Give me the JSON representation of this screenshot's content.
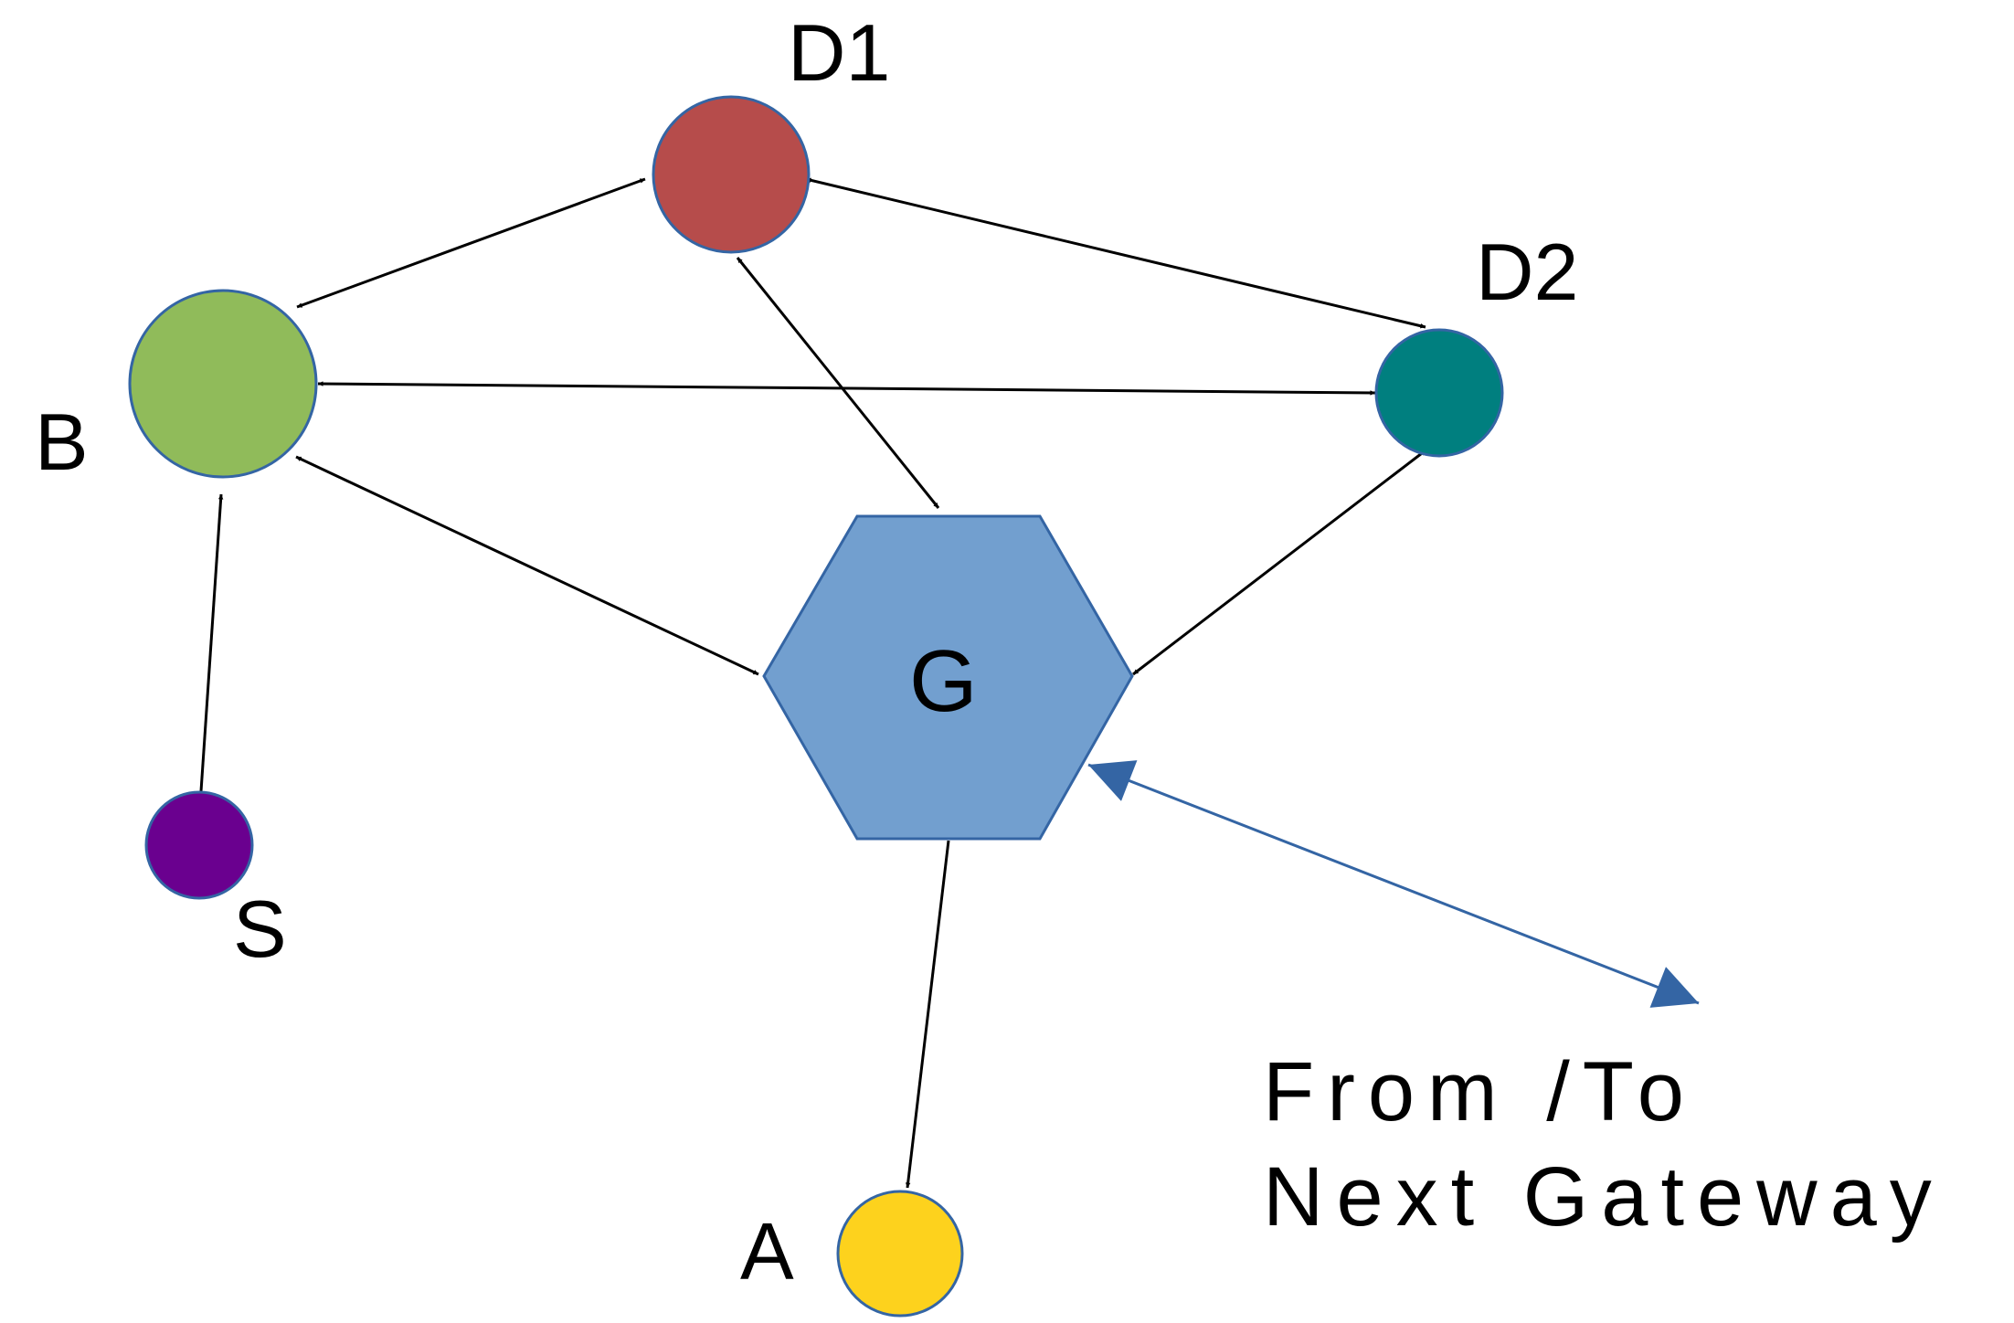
{
  "nodes": {
    "D1": {
      "label": "D1",
      "color": "#b64c4b"
    },
    "D2": {
      "label": "D2",
      "color": "#007f7f"
    },
    "B": {
      "label": "B",
      "color": "#90bb5a"
    },
    "S": {
      "label": "S",
      "color": "#6a008f"
    },
    "G": {
      "label": "G",
      "color": "#729fcf",
      "shape": "hexagon"
    },
    "A": {
      "label": "A",
      "color": "#fdd21d"
    }
  },
  "external": {
    "line1": "From /To",
    "line2": "Next Gateway",
    "edge_color": "#3465a4"
  },
  "edges": [
    {
      "from": "B",
      "to": "D1",
      "direction": "both"
    },
    {
      "from": "D1",
      "to": "D2",
      "direction": "both"
    },
    {
      "from": "B",
      "to": "D2",
      "direction": "both"
    },
    {
      "from": "D1",
      "to": "G",
      "direction": "both"
    },
    {
      "from": "B",
      "to": "G",
      "direction": "both"
    },
    {
      "from": "D2",
      "to": "G",
      "direction": "both"
    },
    {
      "from": "S",
      "to": "B",
      "direction": "forward"
    },
    {
      "from": "G",
      "to": "A",
      "direction": "forward"
    },
    {
      "from": "G",
      "to": "external",
      "direction": "both"
    }
  ],
  "colors": {
    "edge": "#000000",
    "node_outline": "#3465a4"
  }
}
